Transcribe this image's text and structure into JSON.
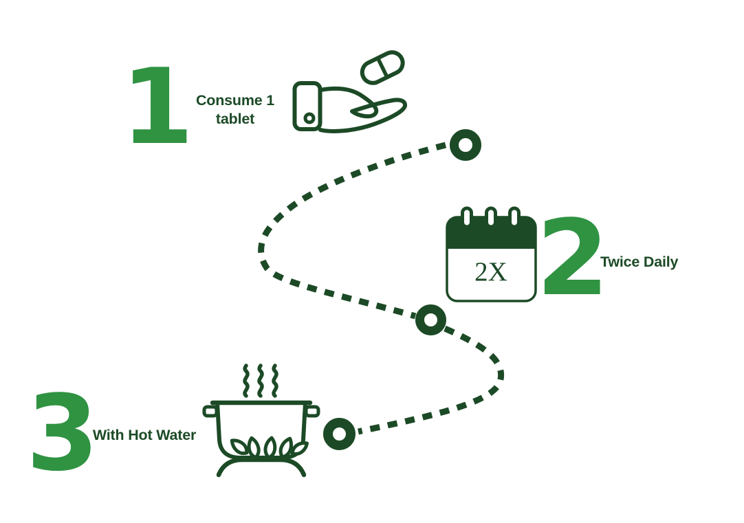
{
  "colors": {
    "accent_green": "#2F9342",
    "dark_green": "#1C4A26",
    "background": "#FFFFFF"
  },
  "steps": [
    {
      "number": "1",
      "label": "Consume 1\ntablet",
      "icon": "hand-receiving-pill-icon"
    },
    {
      "number": "2",
      "label": "Twice Daily",
      "icon": "calendar-icon",
      "badge": "2X"
    },
    {
      "number": "3",
      "label": "With Hot Water",
      "icon": "boiling-pot-icon"
    }
  ],
  "connector": {
    "style": "dashed",
    "node_count": 3
  }
}
